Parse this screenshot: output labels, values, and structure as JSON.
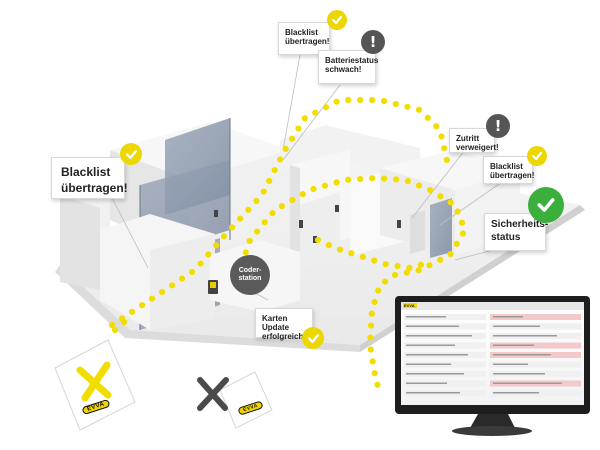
{
  "colors": {
    "accent_yellow": "#f2dd00",
    "check_yellow": "#ecd800",
    "alert_grey": "#555555",
    "ok_green": "#3cae3c",
    "glass_blue": "#8896aa"
  },
  "callouts": {
    "blacklist_top": "Blacklist übertragen!",
    "battery": "Batteriestatus schwach!",
    "blacklist_left": "Blacklist übertragen!",
    "access_denied": "Zutritt verweigert!",
    "blacklist_right": "Blacklist übertragen!",
    "security_status": "Sicherheits-status",
    "card_update": "Karten Update erfolgreich!",
    "coder_station": "Coder-station"
  },
  "icons": {
    "check": "check-icon",
    "alert": "exclamation-icon",
    "ok": "check-circle-icon",
    "card_mark": "x-mark-icon",
    "invalid": "cross-icon"
  },
  "cards": {
    "valid_brand": "EVVA",
    "invalid_brand": "EVVA"
  },
  "monitor": {
    "logo": "EVVA"
  }
}
